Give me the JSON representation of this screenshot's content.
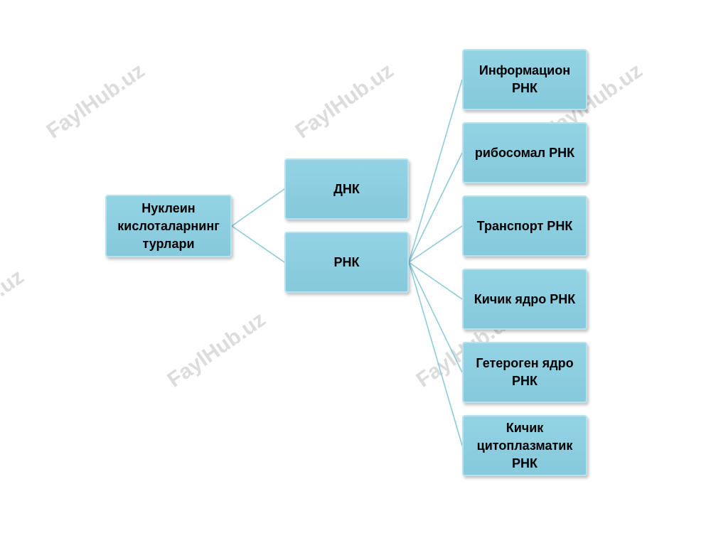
{
  "watermark": "FaylHub.uz",
  "root": {
    "label": "Нуклеин кислоталарнинг турлари"
  },
  "level1": [
    {
      "label": "ДНК"
    },
    {
      "label": "РНК"
    }
  ],
  "rna_types": [
    {
      "label": "Информацион РНК"
    },
    {
      "label": "рибосомал РНК"
    },
    {
      "label": "Транспорт РНК"
    },
    {
      "label": "Кичик ядро РНК"
    },
    {
      "label": "Гетероген ядро РНК"
    },
    {
      "label": "Кичик цитоплазматик РНК"
    }
  ],
  "colors": {
    "node_fill": "#8ccfe0",
    "node_border": "#b7e3ee",
    "connector": "#8fcbdb",
    "watermark": "#d9d9d9"
  }
}
